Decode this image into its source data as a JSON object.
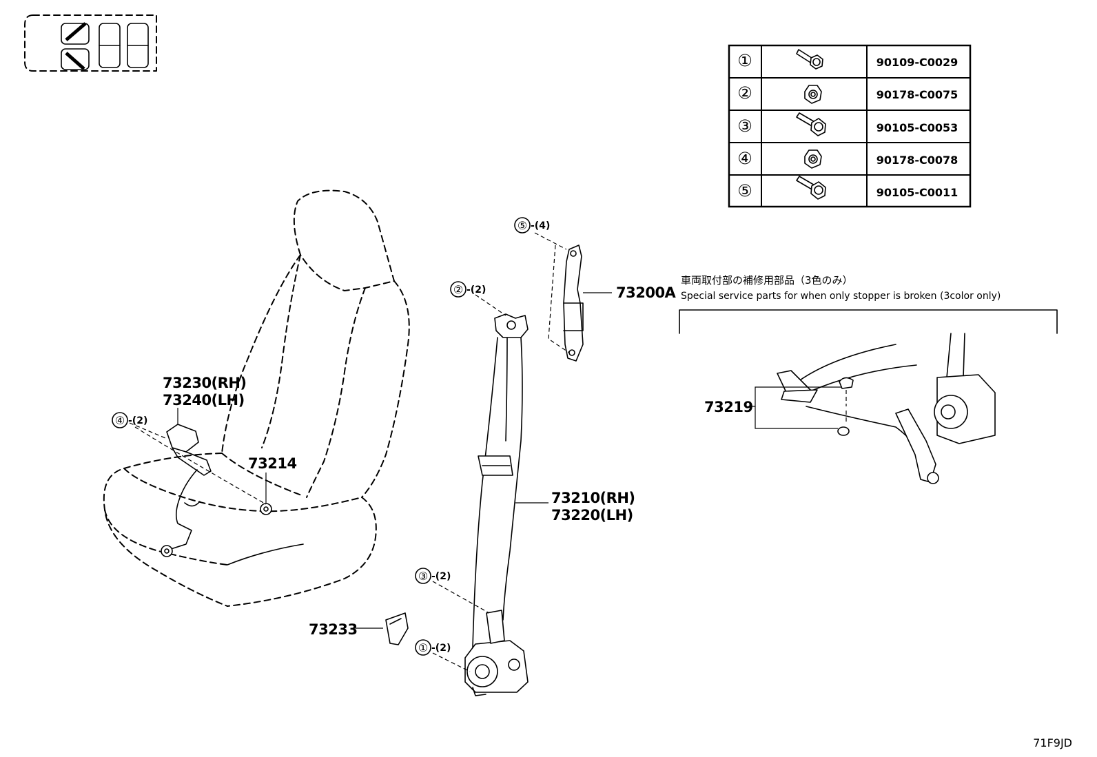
{
  "diagram_code": "71F9JD",
  "fastener_table": [
    {
      "ref": "①",
      "part_no": "90109-C0029",
      "icon": "flange-bolt-icon"
    },
    {
      "ref": "②",
      "part_no": "90178-C0075",
      "icon": "flange-nut-icon"
    },
    {
      "ref": "③",
      "part_no": "90105-C0053",
      "icon": "flange-bolt-icon"
    },
    {
      "ref": "④",
      "part_no": "90178-C0078",
      "icon": "flange-nut-icon"
    },
    {
      "ref": "⑤",
      "part_no": "90105-C0011",
      "icon": "flange-bolt-icon"
    }
  ],
  "parts": {
    "buckle_rh": "73230(RH)",
    "buckle_lh": "73240(LH)",
    "stopper_button": "73214",
    "belt_rh": "73210(RH)",
    "belt_lh": "73220(LH)",
    "adjuster": "73200A",
    "cover": "73233",
    "stopper_kit": "73219"
  },
  "callouts": {
    "c4_ref": "④",
    "c4_qty": "-(2)",
    "c2_ref": "②",
    "c2_qty": "-(2)",
    "c5_ref": "⑤",
    "c5_qty": "-(4)",
    "c3_ref": "③",
    "c3_qty": "-(2)",
    "c1_ref": "①",
    "c1_qty": "-(2)"
  },
  "note": {
    "japanese": "車両取付部の補修用部品（3色のみ）",
    "english": "Special service parts for when only stopper is broken (3color only)"
  }
}
